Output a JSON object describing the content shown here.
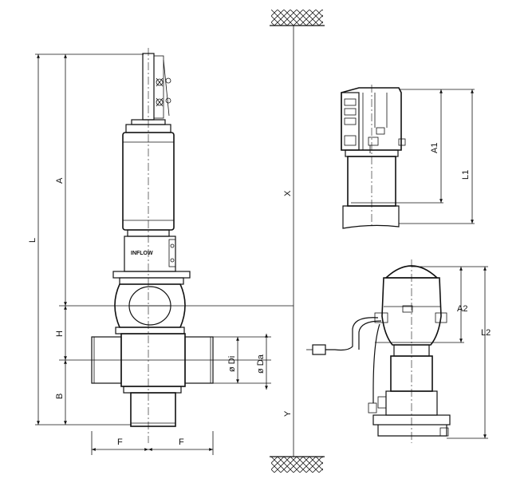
{
  "dimensions": {
    "L": "L",
    "A": "A",
    "H": "H",
    "B": "B",
    "F_left": "F",
    "F_right": "F",
    "X": "X",
    "Y": "Y",
    "Di": "ø Di",
    "Da": "ø Da",
    "A1": "A1",
    "L1": "L1",
    "A2": "A2",
    "L2": "L2"
  },
  "branding": {
    "lantern_logo": "INFLOW"
  },
  "colors": {
    "line": "#111111",
    "background": "#ffffff",
    "hatch": "#222222"
  }
}
